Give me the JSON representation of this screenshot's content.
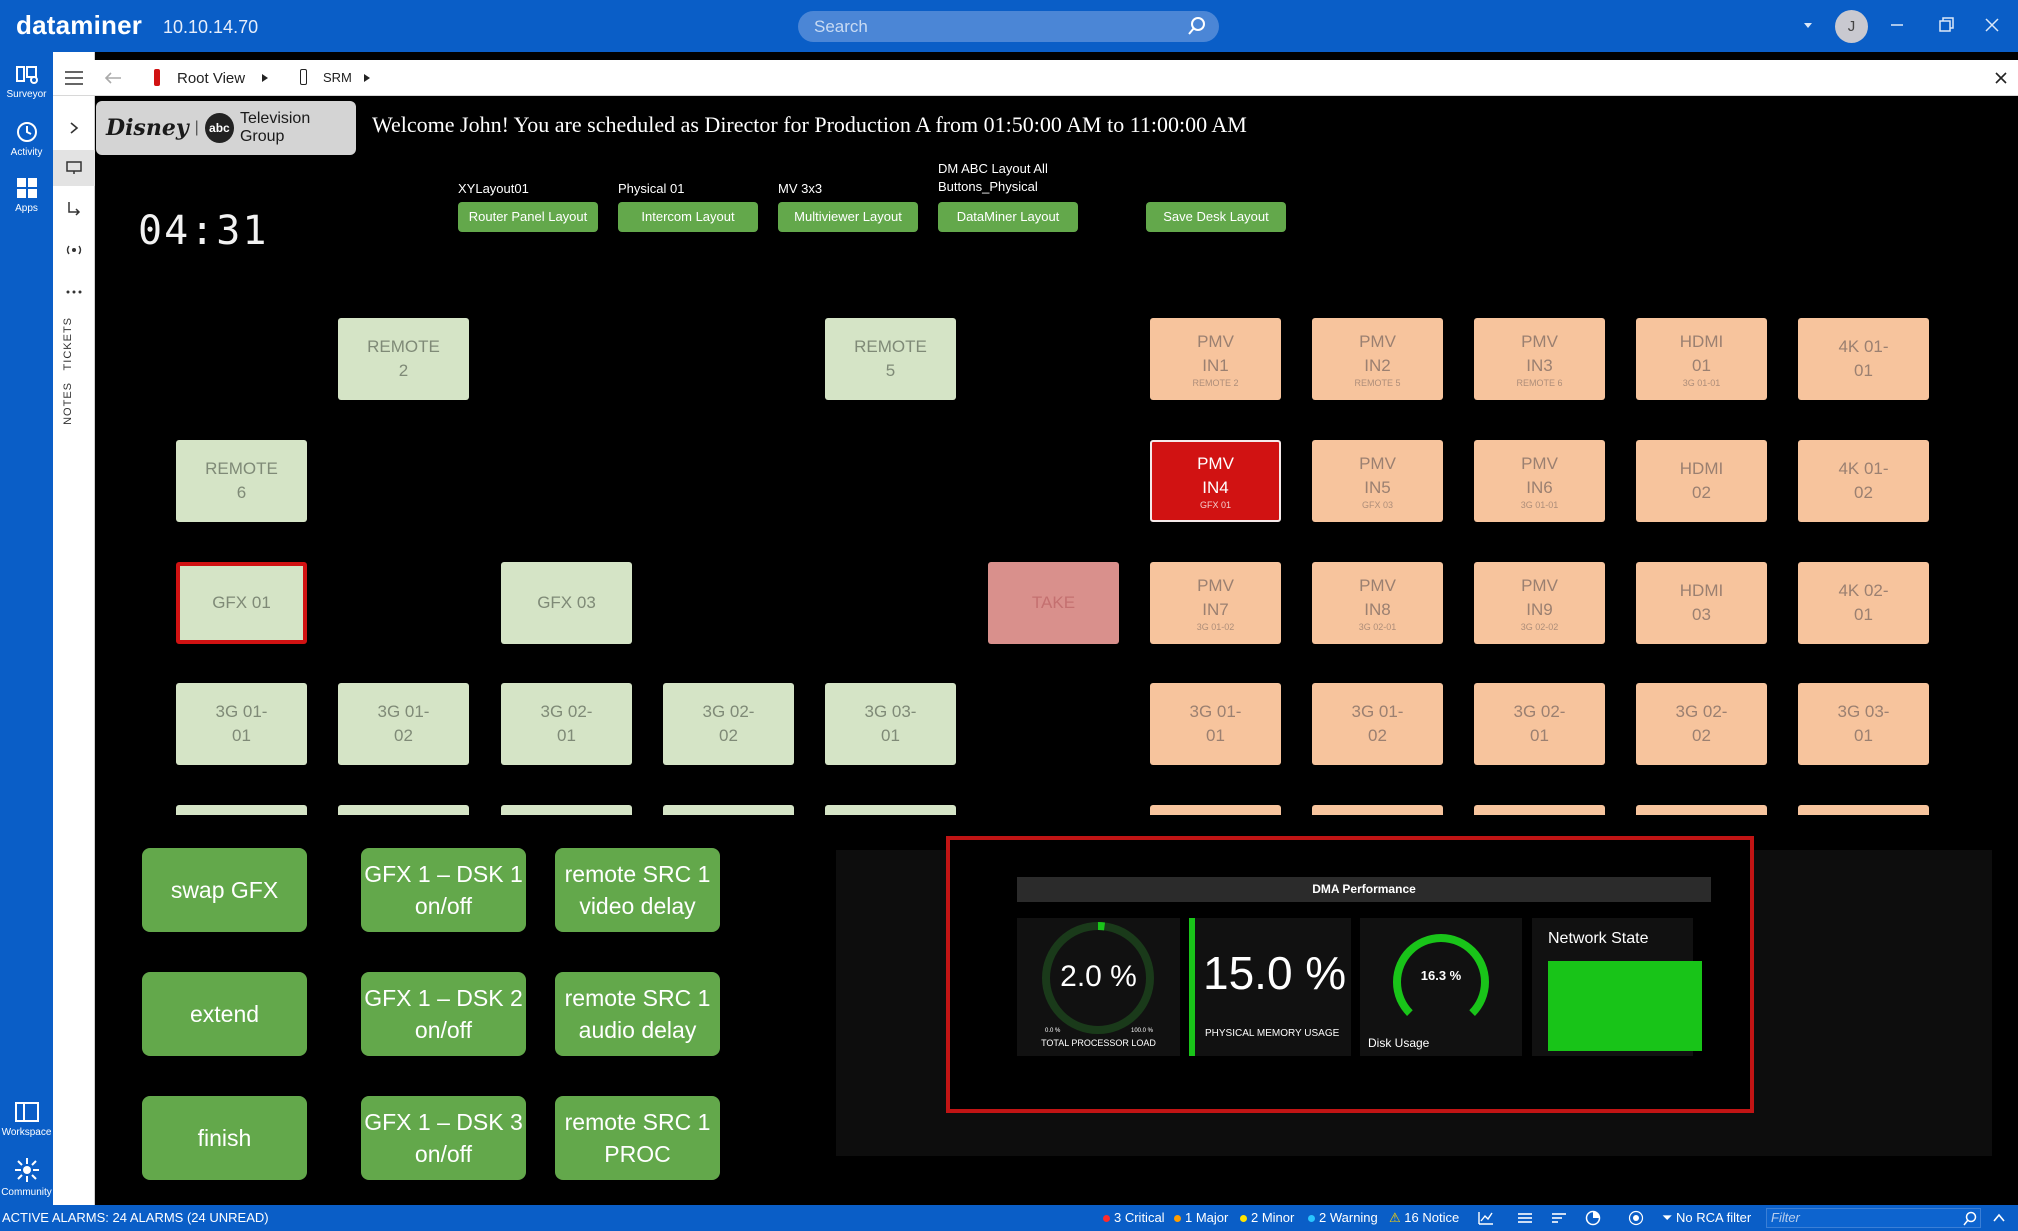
{
  "app": {
    "name": "dataminer",
    "version": "10.10.14.70"
  },
  "search": {
    "placeholder": "Search"
  },
  "user": {
    "initial": "J"
  },
  "rail": {
    "surveyor": "Surveyor",
    "activity": "Activity",
    "apps": "Apps",
    "workspace": "Workspace",
    "community": "Community"
  },
  "subrail": {
    "tickets": "TICKETS",
    "notes": "NOTES"
  },
  "breadcrumb": {
    "root": "Root View",
    "srm": "SRM"
  },
  "brand": {
    "disney": "Disney",
    "abc": "abc",
    "group": "Television Group"
  },
  "welcome": "Welcome John! You are scheduled as Director for Production A from 01:50:00 AM to 11:00:00 AM",
  "clock": "04:31",
  "layouts": [
    {
      "caption": "XYLayout01",
      "label": "Router Panel Layout"
    },
    {
      "caption": "Physical 01",
      "label": "Intercom Layout"
    },
    {
      "caption": "MV 3x3",
      "label": "Multiviewer Layout"
    },
    {
      "caption": "DM ABC Layout All Buttons_Physical",
      "label": "DataMiner Layout"
    },
    {
      "caption": "",
      "label": "Save Desk Layout"
    }
  ],
  "sources": {
    "remote2": [
      "REMOTE",
      "2"
    ],
    "remote5": [
      "REMOTE",
      "5"
    ],
    "remote6": [
      "REMOTE",
      "6"
    ],
    "gfx01": "GFX 01",
    "gfx03": "GFX 03",
    "take": "TAKE",
    "row4": [
      [
        "3G 01-",
        "01"
      ],
      [
        "3G 01-",
        "02"
      ],
      [
        "3G 02-",
        "01"
      ],
      [
        "3G 02-",
        "02"
      ],
      [
        "3G 03-",
        "01"
      ]
    ]
  },
  "destinations": [
    [
      [
        "PMV",
        "IN1",
        "REMOTE 2"
      ],
      [
        "PMV",
        "IN2",
        "REMOTE 5"
      ],
      [
        "PMV",
        "IN3",
        "REMOTE 6"
      ],
      [
        "HDMI",
        "01",
        "3G 01-01"
      ],
      [
        "4K 01-",
        "01",
        ""
      ]
    ],
    [
      [
        "PMV",
        "IN4",
        "GFX 01"
      ],
      [
        "PMV",
        "IN5",
        "GFX 03"
      ],
      [
        "PMV",
        "IN6",
        "3G 01-01"
      ],
      [
        "HDMI",
        "02",
        ""
      ],
      [
        "4K 01-",
        "02",
        ""
      ]
    ],
    [
      [
        "PMV",
        "IN7",
        "3G 01-02"
      ],
      [
        "PMV",
        "IN8",
        "3G 02-01"
      ],
      [
        "PMV",
        "IN9",
        "3G 02-02"
      ],
      [
        "HDMI",
        "03",
        ""
      ],
      [
        "4K 02-",
        "01",
        ""
      ]
    ],
    [
      [
        "3G 01-",
        "01",
        ""
      ],
      [
        "3G 01-",
        "02",
        ""
      ],
      [
        "3G 02-",
        "01",
        ""
      ],
      [
        "3G 02-",
        "02",
        ""
      ],
      [
        "3G 03-",
        "01",
        ""
      ]
    ]
  ],
  "actions": [
    [
      "swap GFX",
      "GFX 1 – DSK 1\non/off",
      "remote SRC 1\nvideo delay"
    ],
    [
      "extend",
      "GFX 1 – DSK 2\non/off",
      "remote SRC 1\naudio delay"
    ],
    [
      "finish",
      "GFX 1 – DSK 3\non/off",
      "remote SRC 1\nPROC"
    ]
  ],
  "performance": {
    "title": "DMA Performance",
    "cpu": {
      "value": "2.0 %",
      "fraction": 0.02,
      "min": "0.0 %",
      "max": "100.0 %",
      "label": "TOTAL PROCESSOR LOAD"
    },
    "memory": {
      "value": "15.0 %",
      "fraction": 0.15,
      "label": "PHYSICAL MEMORY USAGE"
    },
    "disk": {
      "value": "16.3 %",
      "fraction": 0.163,
      "label": "Disk Usage"
    },
    "network": {
      "label": "Network State",
      "color": "#18c418"
    }
  },
  "colors": {
    "accent": "#0a5ec7",
    "button_green": "#63a84b",
    "alarm_red": "#d11212"
  },
  "status": {
    "alarms": "ACTIVE ALARMS: 24 ALARMS (24 UNREAD)",
    "critical": "3 Critical",
    "major": "1 Major",
    "minor": "2 Minor",
    "warning": "2 Warning",
    "notice": "16 Notice",
    "rca": "No RCA filter",
    "filter_placeholder": "Filter"
  }
}
